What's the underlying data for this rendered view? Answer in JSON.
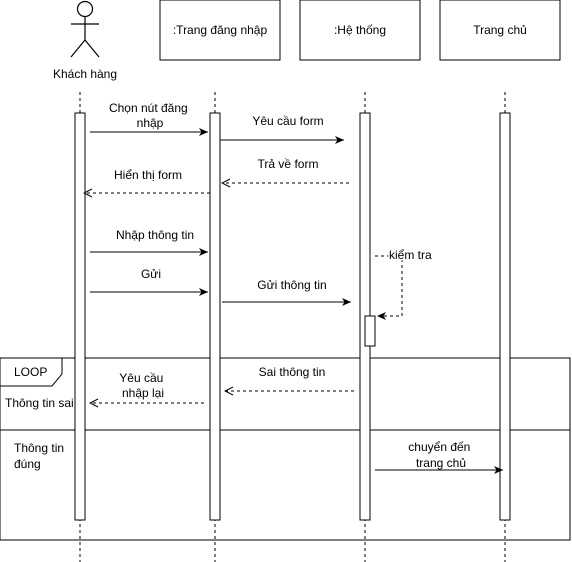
{
  "participants": [
    {
      "name": "Khách hàng",
      "kind": "actor"
    },
    {
      "name": ":Trang đăng nhập",
      "kind": "box"
    },
    {
      "name": ":Hệ thống",
      "kind": "box"
    },
    {
      "name": "Trang chủ",
      "kind": "box"
    }
  ],
  "messages": [
    {
      "lines": [
        "Chọn nút đăng",
        "nhập"
      ],
      "type": "sync"
    },
    {
      "lines": [
        "Yêu cầu form"
      ],
      "type": "sync"
    },
    {
      "lines": [
        "Trả về form"
      ],
      "type": "return"
    },
    {
      "lines": [
        "Hiển thị form"
      ],
      "type": "return"
    },
    {
      "lines": [
        "Nhập thông tin"
      ],
      "type": "sync"
    },
    {
      "lines": [
        "Gửi"
      ],
      "type": "sync"
    },
    {
      "lines": [
        "Gửi thông tin"
      ],
      "type": "sync"
    },
    {
      "lines": [
        "kiểm tra"
      ],
      "type": "self"
    },
    {
      "lines": [
        "Sai thông tin"
      ],
      "type": "return"
    },
    {
      "lines": [
        "Yêu cầu",
        "nhập lại"
      ],
      "type": "return"
    },
    {
      "lines": [
        "chuyển đến",
        "trang chủ"
      ],
      "type": "sync"
    }
  ],
  "fragment": {
    "label": "LOOP",
    "guards": [
      {
        "lines": [
          "Thông tin sai"
        ]
      },
      {
        "lines": [
          "Thông tin",
          "đúng"
        ]
      }
    ]
  },
  "colors": {
    "stroke": "#000000",
    "background": "#ffffff"
  }
}
